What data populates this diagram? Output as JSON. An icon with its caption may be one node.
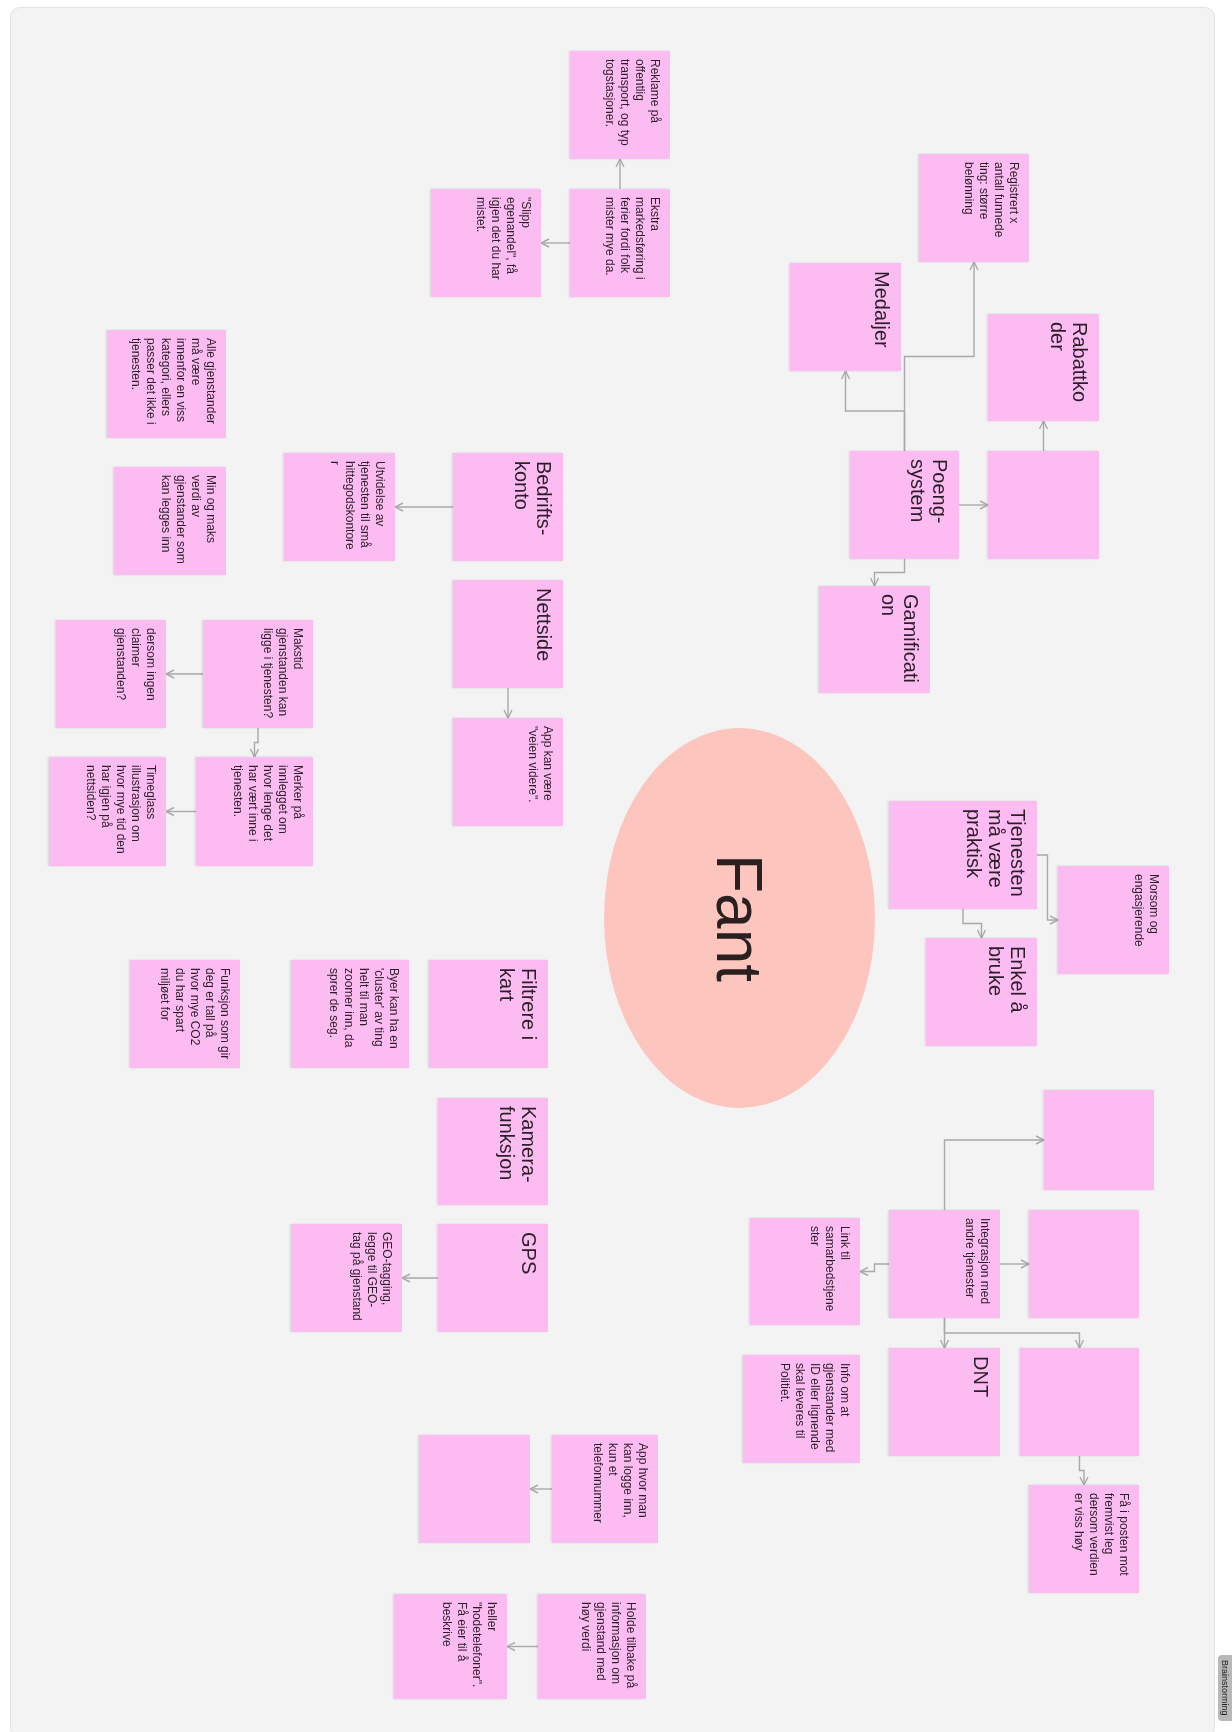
{
  "diagram": {
    "nodes": [
      {
        "text": [
          "Reklame på offentlig transport, og typ togstasjoner."
        ]
      },
      {
        "text": [
          "Ekstra markedsføring i ferier fordi folk mister mye da."
        ]
      },
      {
        "text": [
          "\"Slipp egenandel\", få igjen det du har mistet."
        ]
      },
      {
        "text": [
          "Registrert x antall funnede ting: større belønning"
        ]
      },
      {
        "text": [
          "Medaljer"
        ]
      },
      {
        "text": [
          "Rabattkoder"
        ]
      },
      {
        "text": [
          "Poeng-system"
        ]
      },
      {
        "text": [],
        "shape": "box"
      },
      {
        "text": [
          "Gamification"
        ]
      },
      {
        "text": [
          "Alle gjenstander må være innenfor en viss kategori, ellers passer det ikke i tjenesten."
        ]
      },
      {
        "text": [
          "Bedrifts-konto"
        ]
      },
      {
        "text": [
          "Utvidelse av tjenesten til små hittegodskontorer"
        ]
      },
      {
        "text": [
          "Min og maks verdi av gjenstander som kan legges inn"
        ]
      },
      {
        "text": [
          "Nettside"
        ]
      },
      {
        "text": [
          "Makstid gjenstanden kan ligge i tjenesten?"
        ]
      },
      {
        "text": [
          "dersom ingen claimer gjenstanden?"
        ]
      },
      {
        "text": [
          "App kan være \"veien videre\"."
        ]
      },
      {
        "text": [
          "Merker på innlegget om hvor lenge det har vært inne i tjenesten."
        ]
      },
      {
        "text": [
          "Timeglass illustrasjon om hvor mye tid den har igjen på nettsiden?"
        ]
      },
      {
        "text": [
          "Fant"
        ]
      },
      {
        "text": [
          "Tjenesten må være praktisk"
        ]
      },
      {
        "text": [
          "Morsom og engasjerende"
        ]
      },
      {
        "text": [
          "Enkel å bruke"
        ]
      },
      {
        "text": [
          "Filtrere i kart"
        ]
      },
      {
        "text": [
          "Byer kan ha en 'cluster' av ting helt til man zoomer inn, da sprer de seg."
        ]
      },
      {
        "text": [
          "Funksjon som gir deg er tall på hvor mye CO2 du har spart miljøet for"
        ]
      },
      {
        "text": [],
        "shape": "box"
      },
      {
        "text": [
          "Kamera-funksjon"
        ]
      },
      {
        "text": [],
        "shape": "box"
      },
      {
        "text": [
          "Integrasjon med andre tjenester"
        ]
      },
      {
        "text": [
          "Link til samarbedstjenester"
        ]
      },
      {
        "text": [
          "GPS"
        ]
      },
      {
        "text": [
          "GEO-tagging, legge til GEO-tag på gjenstand"
        ]
      },
      {
        "text": [],
        "shape": "box"
      },
      {
        "text": [
          "DNT"
        ]
      },
      {
        "text": [
          "Info om at gjenstander med ID eller lignende skal leveres til Politiet."
        ]
      },
      {
        "text": [
          "Få i posten mot fremvist leg dersom verdien er viss høy"
        ]
      },
      {
        "text": [
          "App hvor man kan logge inn, kun et telefonnummer"
        ]
      },
      {
        "text": [],
        "shape": "box"
      },
      {
        "text": [
          "Holde tilbake på informasjon om gjenstand med høy verdi"
        ]
      },
      {
        "text": [
          "heller \"hodetelefoner\". Få eier til å beskrive"
        ]
      }
    ],
    "edges": [
      {
        "from": 1,
        "to": 0,
        "arrow": "to"
      },
      {
        "from": 1,
        "to": 2,
        "arrow": "to"
      },
      {
        "from": 6,
        "to": 3,
        "arrow": "to"
      },
      {
        "from": 6,
        "to": 4,
        "arrow": "to"
      },
      {
        "from": 6,
        "to": 7,
        "arrow": "to"
      },
      {
        "from": 7,
        "to": 5,
        "arrow": "to"
      },
      {
        "from": 6,
        "to": 8,
        "arrow": "to"
      },
      {
        "from": 10,
        "to": 11,
        "arrow": "to"
      },
      {
        "from": 13,
        "to": 16,
        "arrow": "to"
      },
      {
        "from": 14,
        "to": 15,
        "arrow": "to"
      },
      {
        "from": 14,
        "to": 17,
        "arrow": "to"
      },
      {
        "from": 17,
        "to": 18,
        "arrow": "to"
      },
      {
        "from": 20,
        "to": 21,
        "arrow": "to"
      },
      {
        "from": 20,
        "to": 22,
        "arrow": "to"
      },
      {
        "from": 31,
        "to": 32,
        "arrow": "to"
      },
      {
        "from": 29,
        "to": 26,
        "arrow": "to"
      },
      {
        "from": 29,
        "to": 28,
        "arrow": "to"
      },
      {
        "from": 29,
        "to": 30,
        "arrow": "to"
      },
      {
        "from": 29,
        "to": 34,
        "arrow": "to"
      },
      {
        "from": 29,
        "to": 33,
        "arrow": "to"
      },
      {
        "from": 33,
        "to": 36,
        "arrow": "to"
      },
      {
        "from": 37,
        "to": 38,
        "arrow": "to"
      },
      {
        "from": 39,
        "to": 40,
        "arrow": "to"
      }
    ],
    "labels": [
      "Brainstorming"
    ]
  }
}
